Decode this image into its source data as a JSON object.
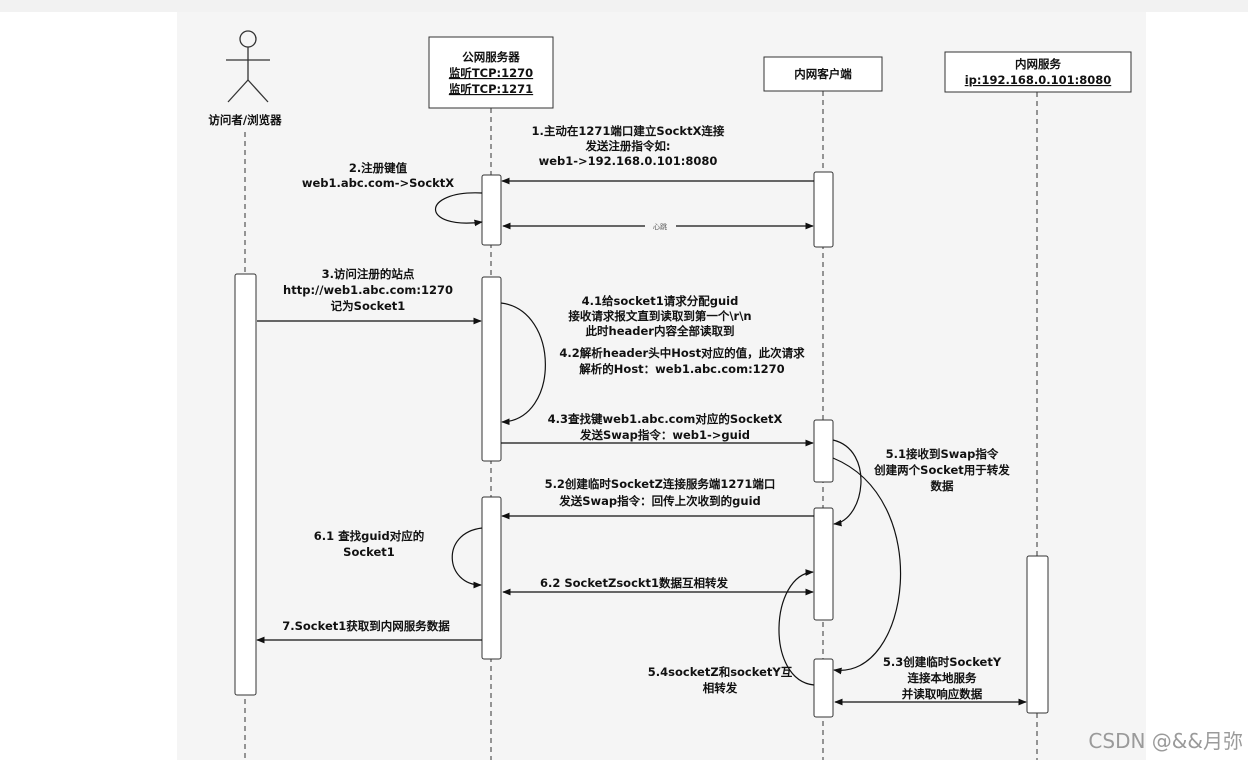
{
  "participants": {
    "visitor": "访问者/浏览器",
    "server_title": "公网服务器",
    "server_tcp1": "监听TCP:1270",
    "server_tcp2": "监听TCP:1271",
    "client": "内网客户端",
    "internal_title": "内网服务",
    "internal_ip": "ip:192.168.0.101:8080"
  },
  "messages": {
    "m1_l1": "1.主动在1271端口建立SocktX连接",
    "m1_l2": "发送注册指令如:",
    "m1_l3": "web1->192.168.0.101:8080",
    "m2_l1": "2.注册键值",
    "m2_l2": "web1.abc.com->SocktX",
    "heartbeat": "心跳",
    "m3_l1": "3.访问注册的站点",
    "m3_l2": "http://web1.abc.com:1270",
    "m3_l3": "记为Socket1",
    "m41_l1": "4.1给socket1请求分配guid",
    "m41_l2": "接收请求报文直到读取到第一个\\r\\n",
    "m41_l3": "此时header内容全部读取到",
    "m42_l1": "4.2解析header头中Host对应的值，此次请求",
    "m42_l2": "解析的Host：web1.abc.com:1270",
    "m43_l1": "4.3查找键web1.abc.com对应的SocketX",
    "m43_l2": "发送Swap指令：web1->guid",
    "m51_l1": "5.1接收到Swap指令",
    "m51_l2": "创建两个Socket用于转发",
    "m51_l3": "数据",
    "m52_l1": "5.2创建临时SocketZ连接服务端1271端口",
    "m52_l2": "发送Swap指令：回传上次收到的guid",
    "m61_l1": "6.1 查找guid对应的",
    "m61_l2": "Socket1",
    "m62": "6.2 SocketZsockt1数据互相转发",
    "m7": "7.Socket1获取到内网服务数据",
    "m54_l1": "5.4socketZ和socketY互",
    "m54_l2": "相转发",
    "m53_l1": "5.3创建临时SocketY",
    "m53_l2": "连接本地服务",
    "m53_l3": "并读取响应数据"
  },
  "watermark": "CSDN @&&月弥"
}
